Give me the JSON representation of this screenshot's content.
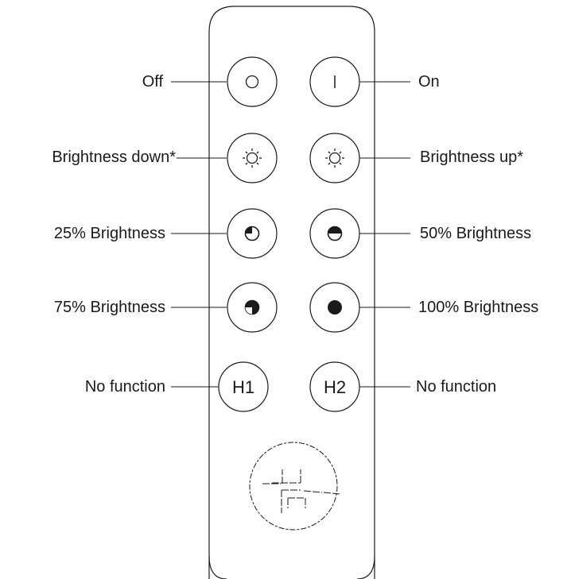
{
  "buttons": [
    {
      "name": "off-button",
      "icon": "circle-outline-icon"
    },
    {
      "name": "on-button",
      "icon": "vertical-bar-icon"
    },
    {
      "name": "brightness-down-button",
      "icon": "sun-icon"
    },
    {
      "name": "brightness-up-button",
      "icon": "sun-icon"
    },
    {
      "name": "brightness-25-button",
      "icon": "quarter-filled-circle-icon"
    },
    {
      "name": "brightness-50-button",
      "icon": "half-filled-circle-icon"
    },
    {
      "name": "brightness-75-button",
      "icon": "three-quarter-filled-circle-icon"
    },
    {
      "name": "brightness-100-button",
      "icon": "filled-circle-icon"
    },
    {
      "name": "h1-button",
      "text": "H1"
    },
    {
      "name": "h2-button",
      "text": "H2"
    }
  ],
  "labels": {
    "off": "Off",
    "on": "On",
    "brightness_down": "Brightness down*",
    "brightness_up": "Brightness up*",
    "b25": "25% Brightness",
    "b50": "50% Brightness",
    "b75": "75% Brightness",
    "b100": "100% Brightness",
    "h1": "No function",
    "h2": "No function"
  },
  "logo": {
    "icon": "hh-logo-icon"
  }
}
